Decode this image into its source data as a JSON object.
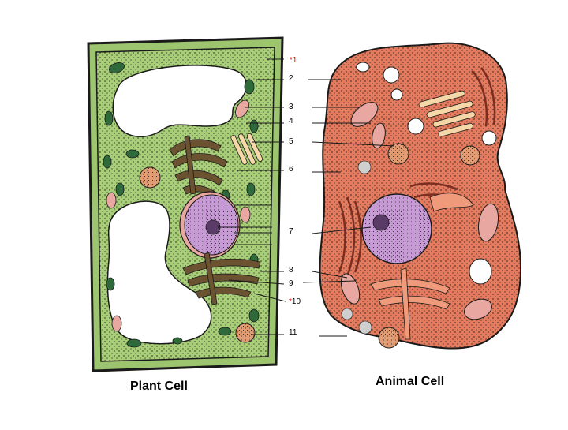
{
  "captions": {
    "plant": "Plant Cell",
    "animal": "Animal Cell"
  },
  "labels": [
    {
      "id": "1",
      "star": "*",
      "text": "1"
    },
    {
      "id": "2",
      "star": "",
      "text": "2"
    },
    {
      "id": "3",
      "star": "",
      "text": "3"
    },
    {
      "id": "4",
      "star": "",
      "text": "4"
    },
    {
      "id": "5",
      "star": "",
      "text": "5"
    },
    {
      "id": "6",
      "star": "",
      "text": "6"
    },
    {
      "id": "7",
      "star": "",
      "text": "7"
    },
    {
      "id": "8",
      "star": "",
      "text": "8"
    },
    {
      "id": "9",
      "star": "",
      "text": "9"
    },
    {
      "id": "10",
      "star": "*",
      "text": "10"
    },
    {
      "id": "11",
      "star": "",
      "text": "11"
    }
  ],
  "colors": {
    "plant_wall": "#9dc46f",
    "plant_cytoplasm": "#a8cf78",
    "chloroplast": "#2f6b3a",
    "nucleus": "#c79ad6",
    "nucleolus": "#5a3a66",
    "golgi_plant": "#6b5230",
    "animal_cytoplasm": "#e47a5e",
    "animal_er": "#b2503c",
    "lysosome": "#f1b88a",
    "vacuole": "#ffffff",
    "outline": "#1a1a1a"
  }
}
